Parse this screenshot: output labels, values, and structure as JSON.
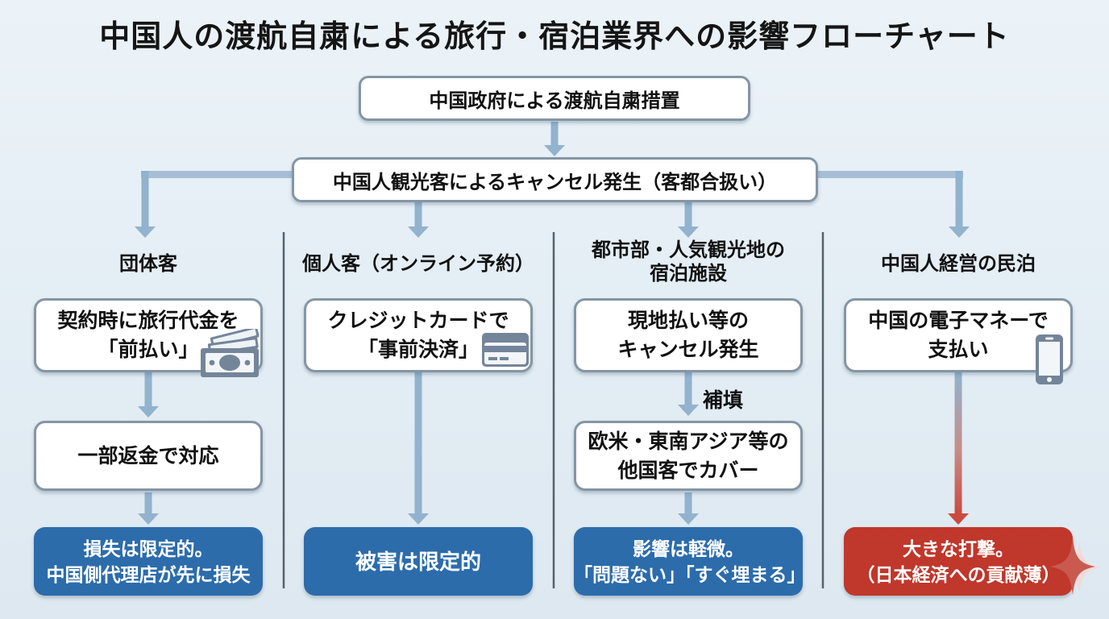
{
  "title": "中国人の渡航自粛による旅行・宿泊業界への影響フローチャート",
  "colors": {
    "background": "#e5eef4",
    "box_border": "#8595a3",
    "arrow_blue": "#92b2ce",
    "arrow_red": "#cb4a3f",
    "outcome_blue": "#2c6cab",
    "outcome_red": "#c0372b",
    "divider": "#55626c",
    "icon_gray": "#74859a"
  },
  "flow": {
    "root_label": "中国政府による渡航自粛措置",
    "trigger_label": "中国人観光客によるキャンセル発生（客都合扱い）"
  },
  "columns": [
    {
      "header": "団体客",
      "step1": "契約時に旅行代金を\n「前払い」",
      "step1_icon": "banknote-icon",
      "step2": "一部返金で対応",
      "outcome": "損失は限定的。\n中国側代理店が先に損失",
      "outcome_type": "blue"
    },
    {
      "header": "個人客（オンライン予約）",
      "step1": "クレジットカードで\n「事前決済」",
      "step1_icon": "credit-card-icon",
      "outcome": "被害は限定的",
      "outcome_type": "blue"
    },
    {
      "header": "都市部・人気観光地の\n宿泊施設",
      "step1": "現地払い等の\nキャンセル発生",
      "arrow_label": "補填",
      "step2": "欧米・東南アジア等の\n他国客でカバー",
      "outcome": "影響は軽微。\n「問題ない」「すぐ埋まる」",
      "outcome_type": "blue"
    },
    {
      "header": "中国人経営の民泊",
      "step1": "中国の電子マネーで\n支払い",
      "step1_icon": "smartphone-icon",
      "outcome": "大きな打撃。\n（日本経済への貢献薄）",
      "outcome_type": "red",
      "outcome_icon": "sparkle-icon"
    }
  ]
}
